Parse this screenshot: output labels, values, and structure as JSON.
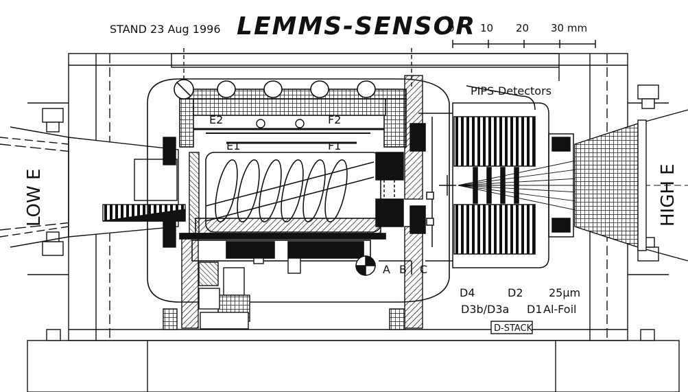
{
  "header": {
    "stand": "STAND 23 Aug 1996",
    "title": "LEMMS-SENSOR"
  },
  "scale_bar": {
    "ticks": [
      "0",
      "10",
      "20",
      "30 mm"
    ]
  },
  "labels": {
    "low_e": "LOW E",
    "high_e": "HIGH E",
    "pips": "PIPS-Detectors",
    "e1": "E1",
    "e2": "E2",
    "f1": "F1",
    "f2": "F2",
    "a": "A",
    "b": "B",
    "c": "C",
    "d4": "D4",
    "d2": "D2",
    "um": "25µm",
    "d3": "D3b/D3a",
    "d1": "D1",
    "foil": "Al-Foil",
    "dstack": "D-STACK"
  }
}
